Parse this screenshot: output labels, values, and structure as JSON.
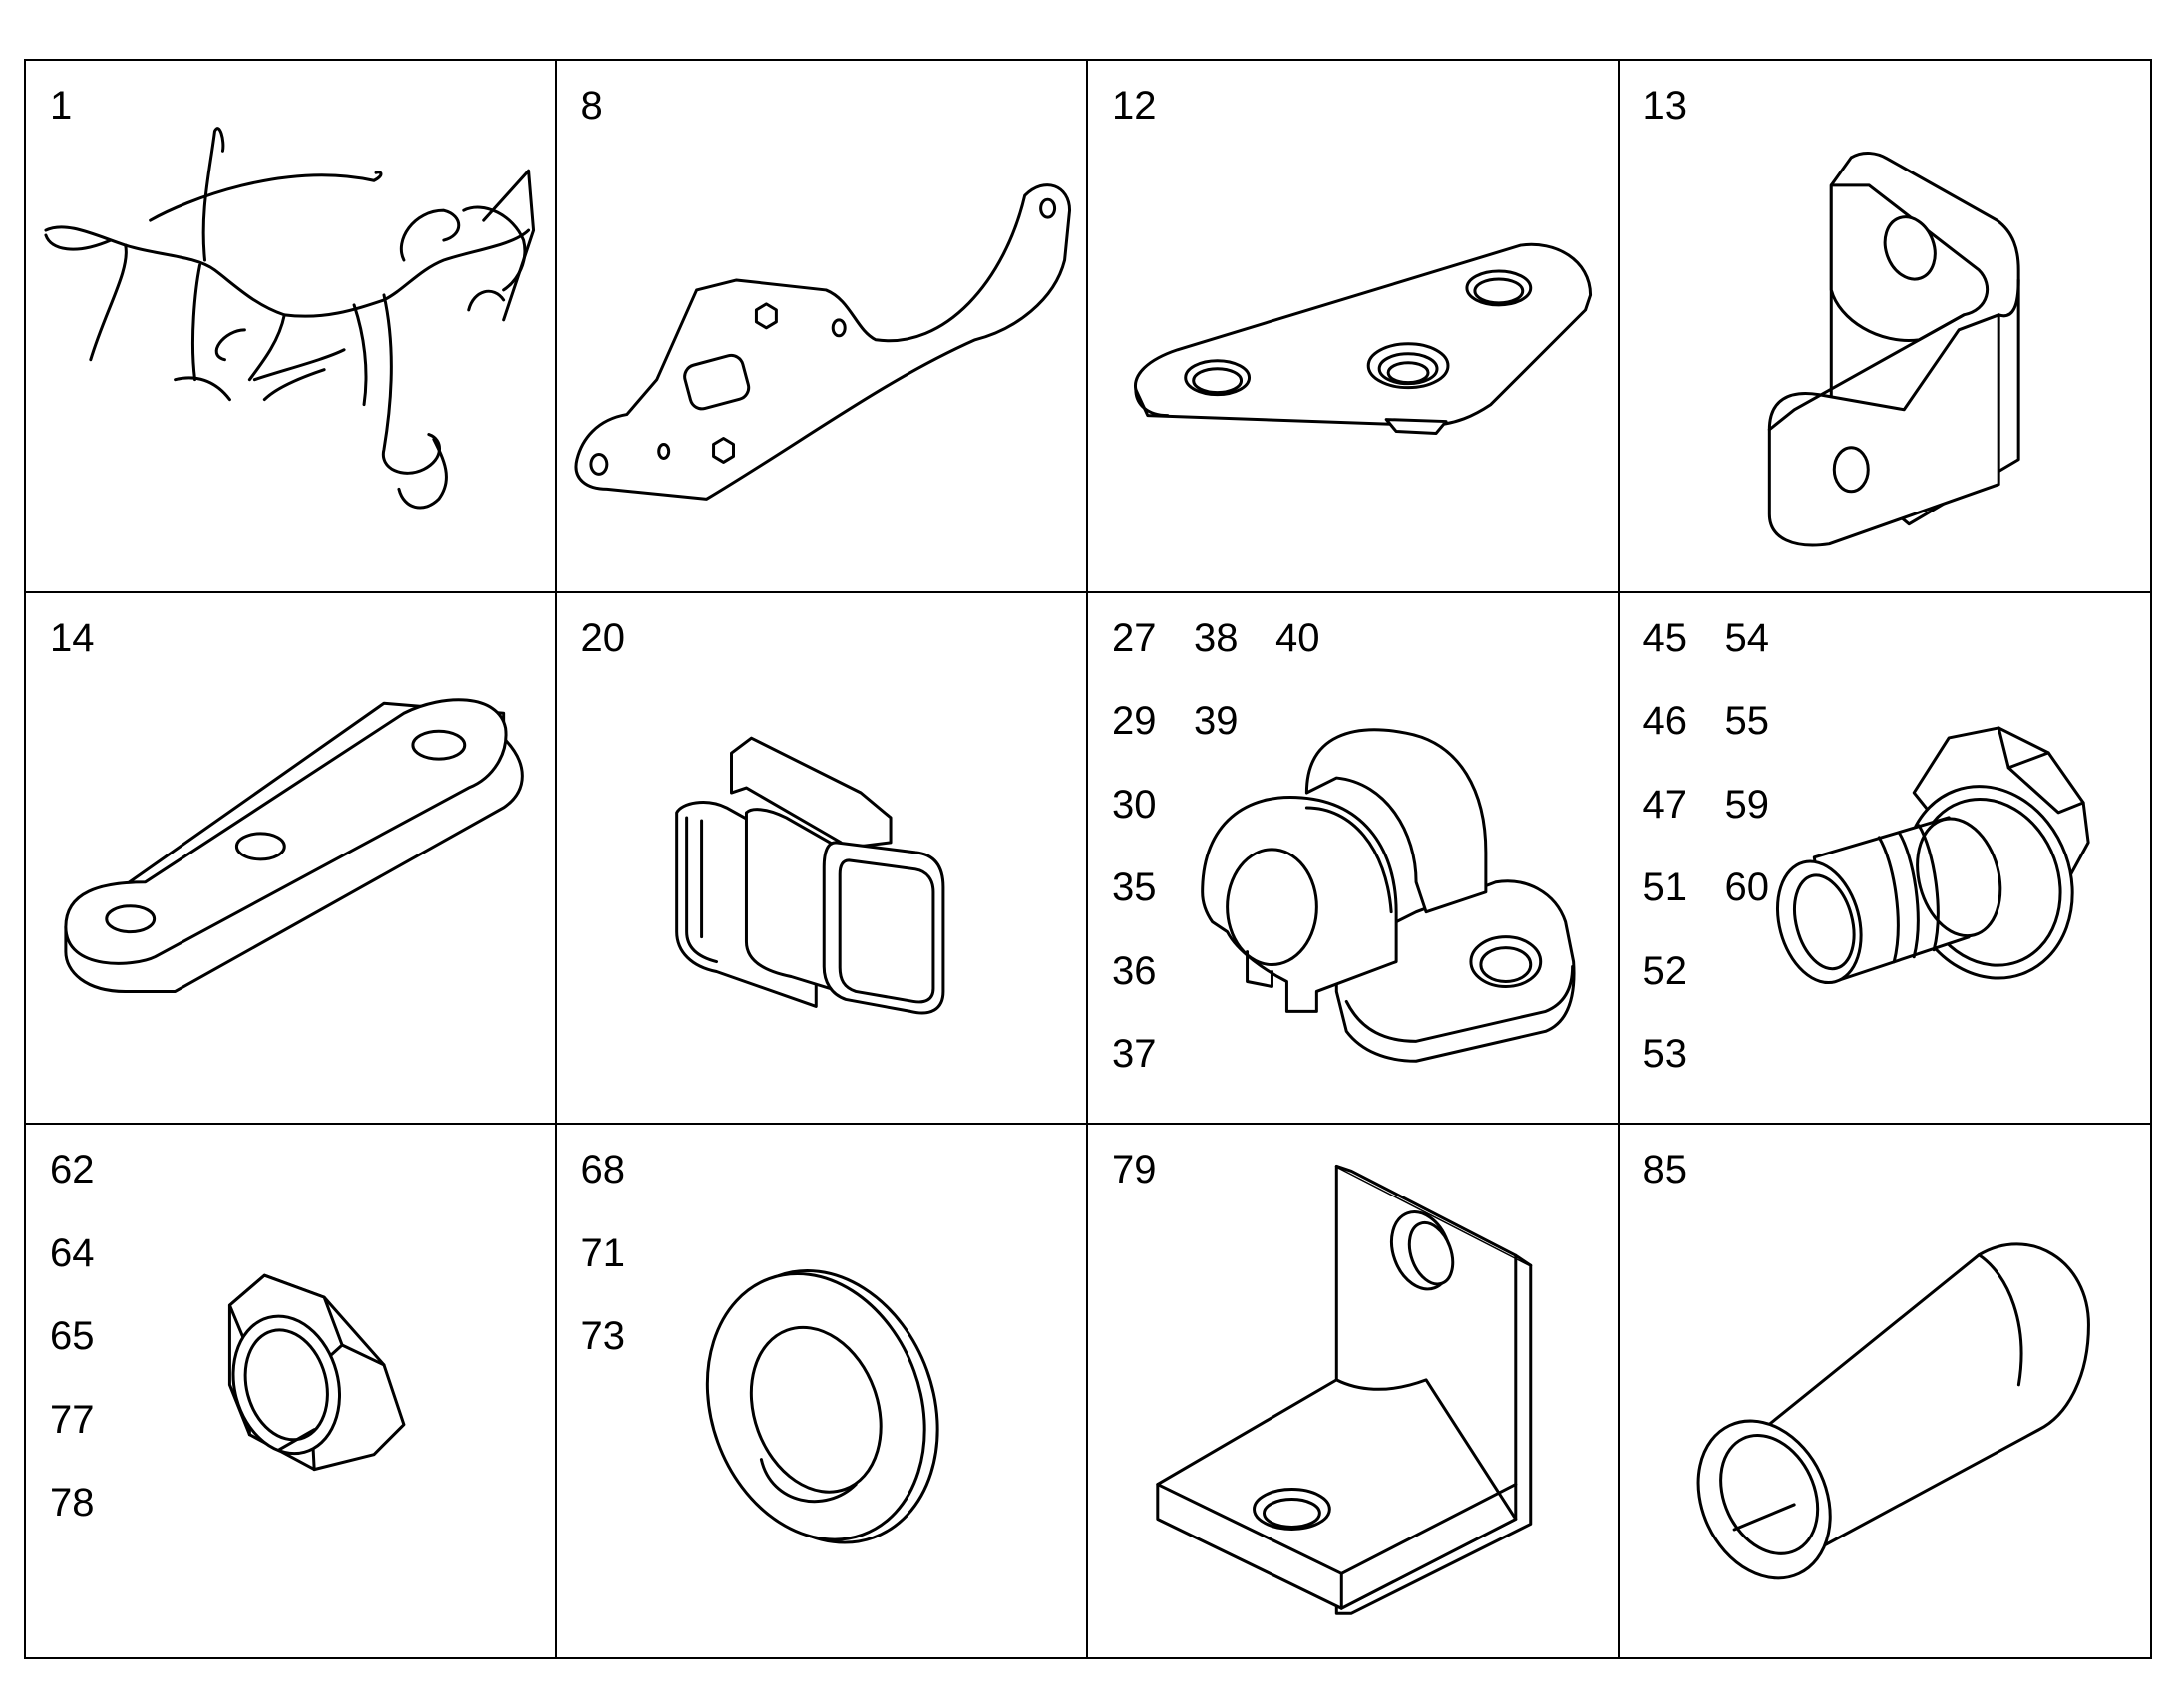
{
  "cells": [
    {
      "part": "wiring-harness",
      "labels": [
        "1"
      ]
    },
    {
      "part": "mounting-bracket",
      "labels": [
        "8"
      ]
    },
    {
      "part": "plate",
      "labels": [
        "12"
      ]
    },
    {
      "part": "angle-bracket",
      "labels": [
        "13"
      ]
    },
    {
      "part": "link-plate",
      "labels": [
        "14"
      ]
    },
    {
      "part": "connector",
      "labels": [
        "20"
      ]
    },
    {
      "part": "p-clamp",
      "labels": [
        "27",
        "29",
        "30",
        "35",
        "36",
        "37",
        "38",
        "39",
        "40"
      ]
    },
    {
      "part": "flange-bolt",
      "labels": [
        "45",
        "46",
        "47",
        "51",
        "52",
        "53",
        "54",
        "55",
        "59",
        "60"
      ]
    },
    {
      "part": "hex-nut",
      "labels": [
        "62",
        "64",
        "65",
        "77",
        "78"
      ]
    },
    {
      "part": "washer",
      "labels": [
        "68",
        "71",
        "73"
      ]
    },
    {
      "part": "l-bracket",
      "labels": [
        "79"
      ]
    },
    {
      "part": "spacer",
      "labels": [
        "85"
      ]
    }
  ]
}
